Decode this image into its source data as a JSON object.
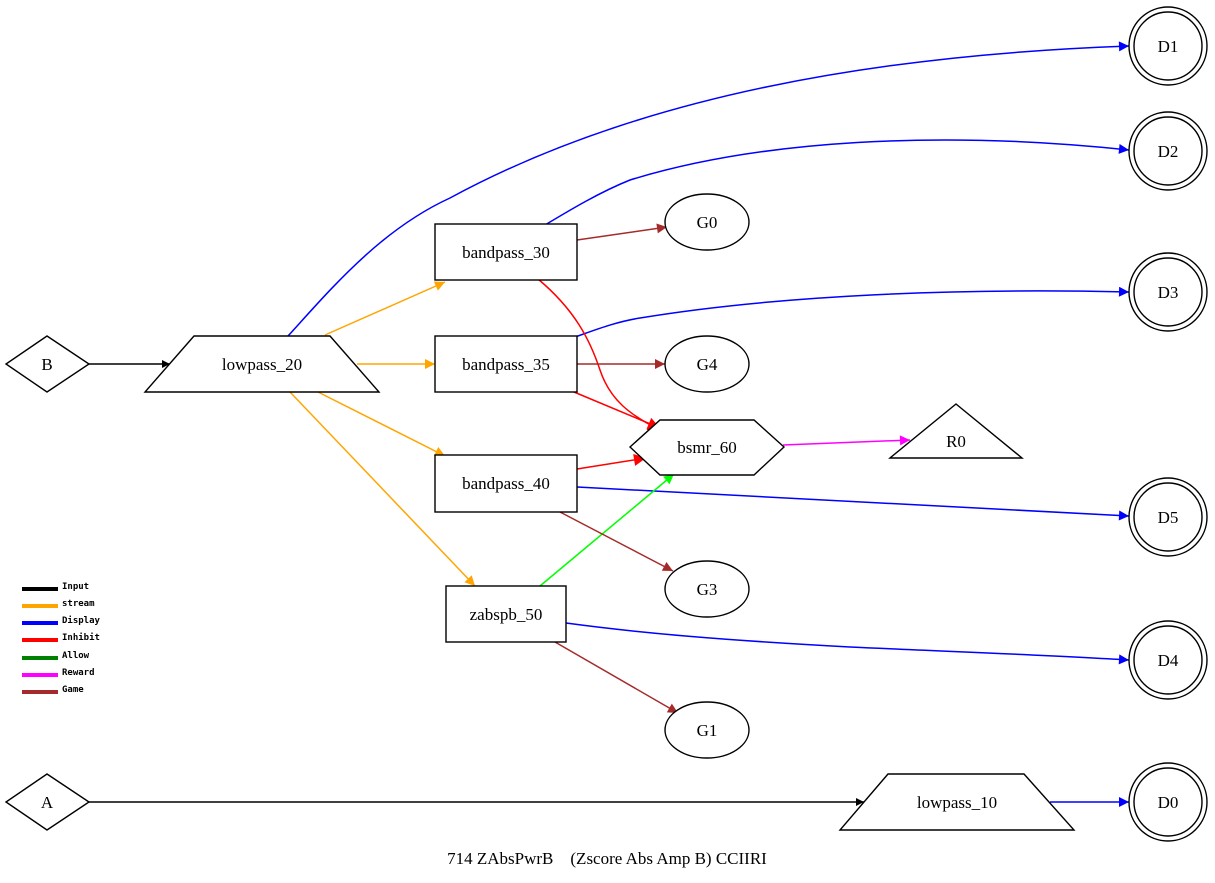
{
  "diagram": {
    "caption": "714 ZAbsPwrB    (Zscore Abs Amp B) CCIIRI",
    "nodes": {
      "B": "B",
      "A": "A",
      "lowpass_20": "lowpass_20",
      "lowpass_10": "lowpass_10",
      "bandpass_30": "bandpass_30",
      "bandpass_35": "bandpass_35",
      "bandpass_40": "bandpass_40",
      "zabspb_50": "zabspb_50",
      "bsmr_60": "bsmr_60",
      "R0": "R0",
      "G0": "G0",
      "G1": "G1",
      "G3": "G3",
      "G4": "G4",
      "D0": "D0",
      "D1": "D1",
      "D2": "D2",
      "D3": "D3",
      "D4": "D4",
      "D5": "D5"
    },
    "edges": [
      {
        "from": "B",
        "to": "lowpass_20",
        "type": "Input"
      },
      {
        "from": "A",
        "to": "lowpass_10",
        "type": "Input"
      },
      {
        "from": "lowpass_20",
        "to": "bandpass_30",
        "type": "stream"
      },
      {
        "from": "lowpass_20",
        "to": "bandpass_35",
        "type": "stream"
      },
      {
        "from": "lowpass_20",
        "to": "bandpass_40",
        "type": "stream"
      },
      {
        "from": "lowpass_20",
        "to": "zabspb_50",
        "type": "stream"
      },
      {
        "from": "lowpass_20",
        "to": "D1",
        "type": "Display"
      },
      {
        "from": "bandpass_30",
        "to": "D2",
        "type": "Display"
      },
      {
        "from": "bandpass_35",
        "to": "D3",
        "type": "Display"
      },
      {
        "from": "bandpass_40",
        "to": "D5",
        "type": "Display"
      },
      {
        "from": "zabspb_50",
        "to": "D4",
        "type": "Display"
      },
      {
        "from": "lowpass_10",
        "to": "D0",
        "type": "Display"
      },
      {
        "from": "bandpass_30",
        "to": "bsmr_60",
        "type": "Inhibit"
      },
      {
        "from": "bandpass_35",
        "to": "bsmr_60",
        "type": "Inhibit"
      },
      {
        "from": "bandpass_40",
        "to": "bsmr_60",
        "type": "Inhibit"
      },
      {
        "from": "zabspb_50",
        "to": "bsmr_60",
        "type": "Allow"
      },
      {
        "from": "bsmr_60",
        "to": "R0",
        "type": "Reward"
      },
      {
        "from": "bandpass_30",
        "to": "G0",
        "type": "Game"
      },
      {
        "from": "bandpass_35",
        "to": "G4",
        "type": "Game"
      },
      {
        "from": "bandpass_40",
        "to": "G3",
        "type": "Game"
      },
      {
        "from": "zabspb_50",
        "to": "G1",
        "type": "Game"
      }
    ]
  },
  "legend": {
    "items": [
      {
        "label": "Input",
        "color": "#000000"
      },
      {
        "label": "stream",
        "color": "#FFA500"
      },
      {
        "label": "Display",
        "color": "#0000FF"
      },
      {
        "label": "Inhibit",
        "color": "#FF0000"
      },
      {
        "label": "Allow",
        "color": "#008000"
      },
      {
        "label": "Reward",
        "color": "#FF00FF"
      },
      {
        "label": "Game",
        "color": "#A52A2A"
      }
    ]
  },
  "colors": {
    "input": "#000000",
    "stream": "#FFA500",
    "display": "#0000FF",
    "inhibit": "#FF0000",
    "allow_edge": "#00FF00",
    "reward": "#FF00FF",
    "game": "#A52A2A"
  }
}
